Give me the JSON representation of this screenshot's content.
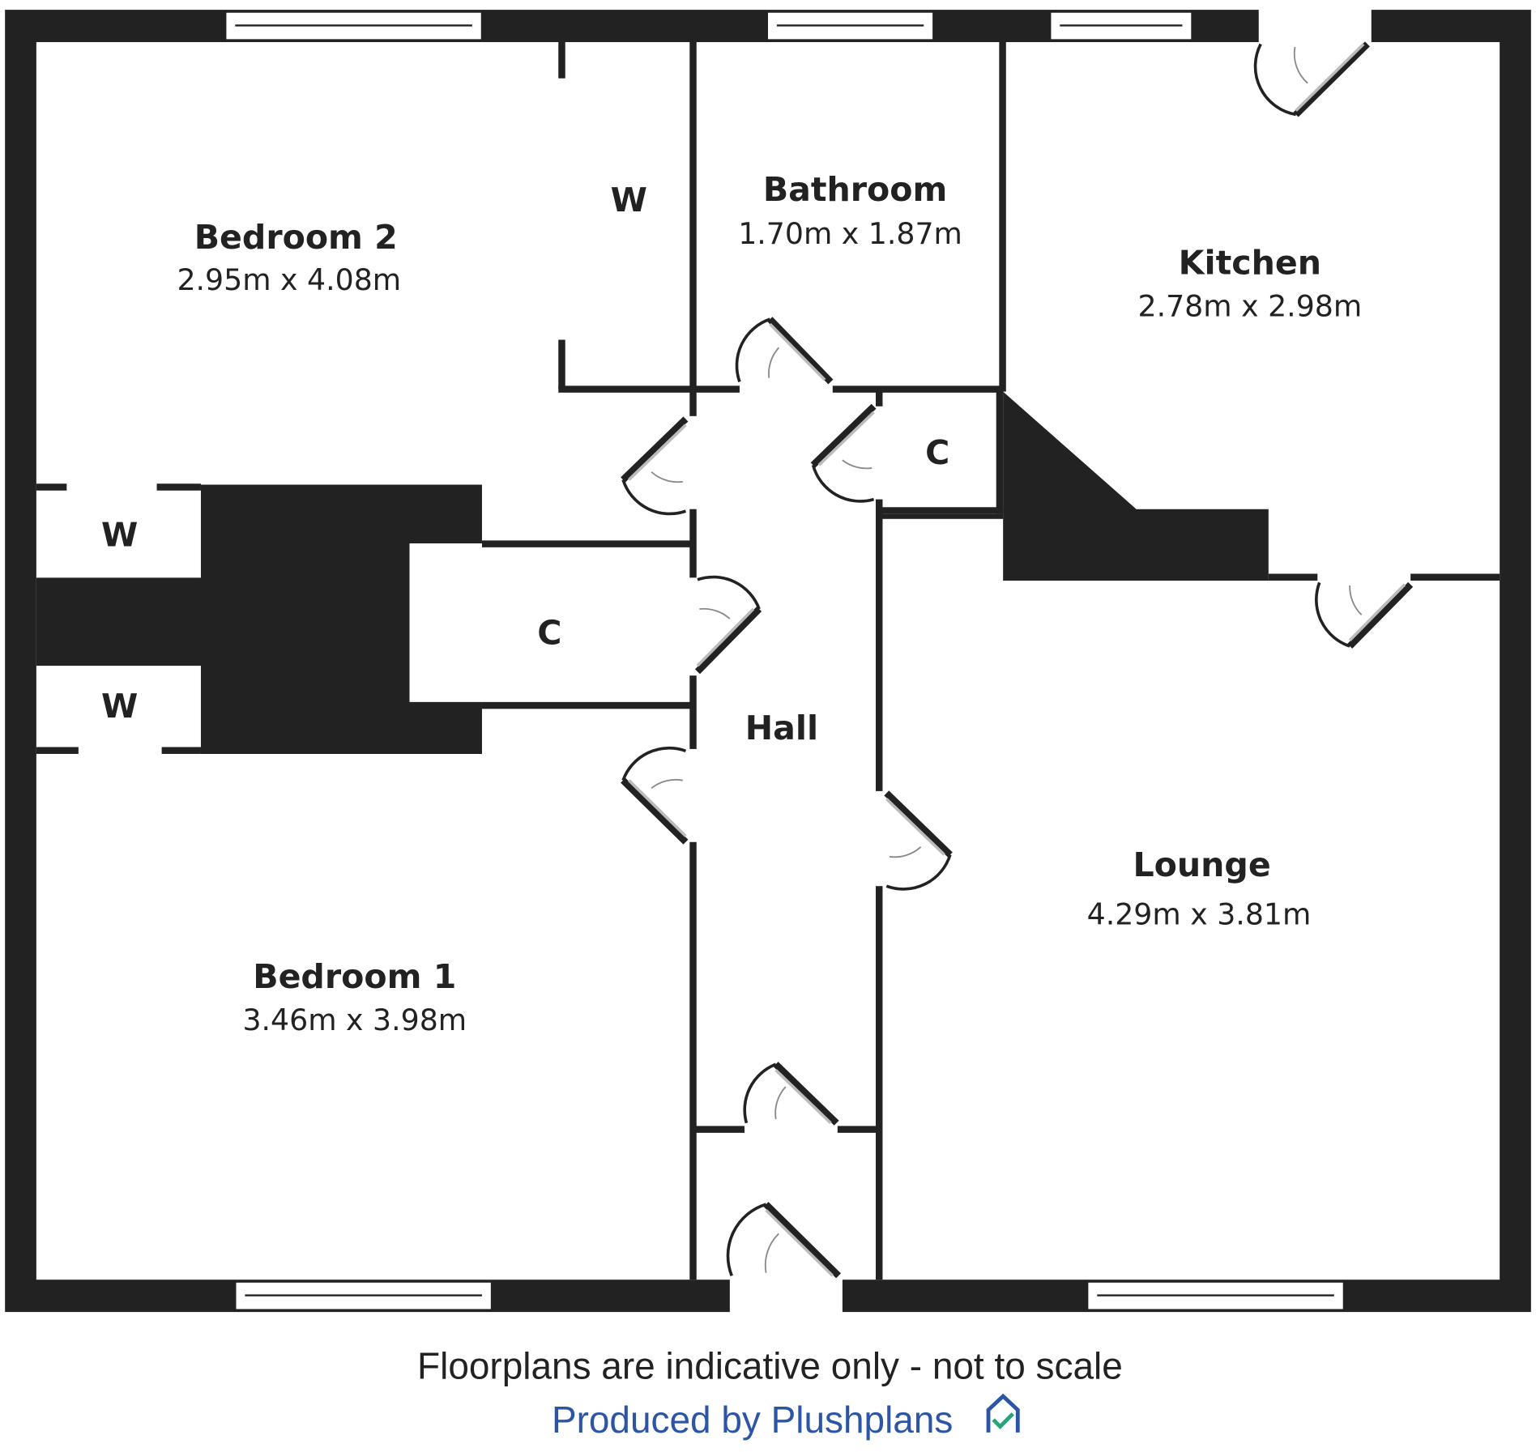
{
  "rooms": [
    {
      "name": "Bedroom 2",
      "dims": "2.95m x 4.08m"
    },
    {
      "name": "Bathroom",
      "dims": "1.70m x 1.87m"
    },
    {
      "name": "Kitchen",
      "dims": "2.78m x 2.98m"
    },
    {
      "name": "Hall",
      "dims": ""
    },
    {
      "name": "Lounge",
      "dims": "4.29m x 3.81m"
    },
    {
      "name": "Bedroom 1",
      "dims": "3.46m x 3.98m"
    }
  ],
  "cupboards": {
    "wardrobe": "W",
    "cupboard": "C"
  },
  "footer": {
    "disclaimer": "Floorplans are indicative only - not to scale",
    "credit": "Produced by Plushplans"
  },
  "colors": {
    "wall": "#222222",
    "brand": "#2c56a5",
    "logo_check": "#2aa37a"
  }
}
